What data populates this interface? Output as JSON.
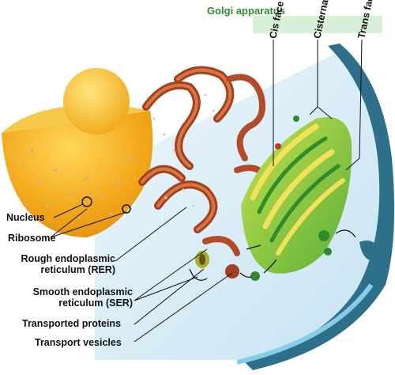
{
  "title": "Golgi apparatus",
  "labels": {
    "nucleus": "Nucleus",
    "ribosome": "Ribosome",
    "rer_line1": "Rough endoplasmic",
    "rer_line2": "reticulum (RER)",
    "ser_line1": "Smooth endoplasmic",
    "ser_line2": "reticulum (SER)",
    "transported_proteins": "Transported proteins",
    "transport_vesicles": "Transport vesicles",
    "cis_face": "Cis face",
    "cisternae": "Cisternae",
    "trans_face": "Trans face"
  },
  "colors": {
    "golgi_title": "#2e8b2e",
    "header_bar": "#d8efd8",
    "cell_membrane": "#2e6f8a",
    "cell_interior": "#d7ecf6",
    "nucleus_outer": "#f3a81b",
    "nucleolus": "#f6c12a",
    "er": "#a4401f",
    "golgi_green": "#7bc142",
    "golgi_yellow": "#f2e25a"
  }
}
